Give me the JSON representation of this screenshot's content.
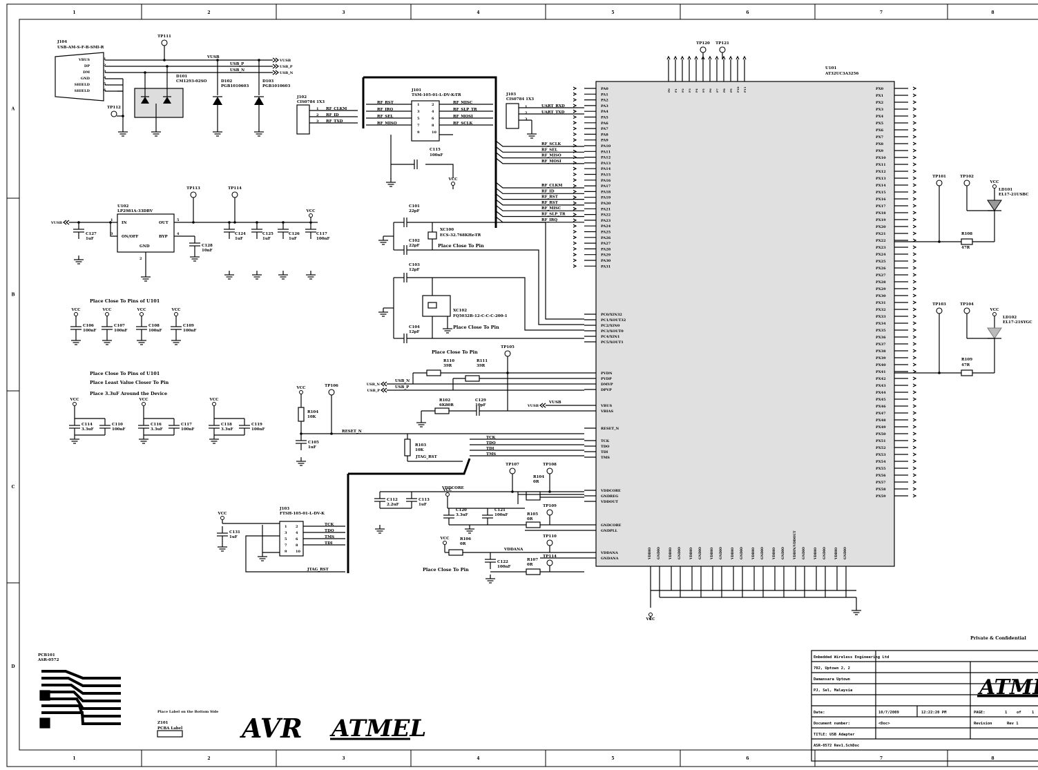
{
  "frame": {
    "columns": [
      "1",
      "2",
      "3",
      "4",
      "5",
      "6",
      "7",
      "8"
    ],
    "rows": [
      "A",
      "B",
      "C",
      "D"
    ]
  },
  "usb": {
    "connector_ref": "J104",
    "connector_part": "USB-AM-S-F-B-SMI-R",
    "pins": [
      "VBUS",
      "DP",
      "DM",
      "GND",
      "SHIELD",
      "SHIELD"
    ],
    "pin_numbers": [
      "1",
      "2",
      "3",
      "4",
      "5",
      "6"
    ],
    "tp_top": "TP111",
    "tp_left": "TP112",
    "net_vusb": "VUSB",
    "net_usb_p": "USB_P",
    "net_usb_n": "USB_N",
    "offpage": [
      "VUSB",
      "USB_P",
      "USB_N"
    ],
    "esd_ref": "D101",
    "esd_part": "CM1293-02SO",
    "d102_ref": "D102",
    "d102_part": "PGB1010603",
    "d103_ref": "D103",
    "d103_part": "PGB1010603"
  },
  "j102": {
    "ref": "J102",
    "part": "CIS0784 1X3",
    "pins": [
      "1",
      "2",
      "3"
    ],
    "nets": [
      "RF_CLKM",
      "RF_ID",
      "RF_TXD"
    ]
  },
  "j101": {
    "ref": "J101",
    "part": "TSM-105-01-L-DV-K-TR",
    "left_nets": [
      "RF_RST",
      "RF_IRQ",
      "RF_SEL",
      "RF_MISO"
    ],
    "right_nets": [
      "RF_MISC",
      "RF_SLP_TR",
      "RF_MOSI",
      "RF_SCLK"
    ],
    "pins": [
      "1",
      "2",
      "3",
      "4",
      "5",
      "6",
      "7",
      "8",
      "9",
      "10"
    ],
    "cap_ref": "C115",
    "cap_val": "100nF",
    "vcc": "VCC"
  },
  "j103": {
    "ref": "J103",
    "part": "CIS0784 1X3",
    "nets": [
      "UART_RXD",
      "UART_TXD"
    ],
    "pins": [
      "1",
      "2",
      "3"
    ]
  },
  "regulator": {
    "ref": "U102",
    "part": "LP2981A-33DBV",
    "pins": [
      "IN",
      "OUT",
      "ON/OFF",
      "BYP",
      "GND"
    ],
    "pin_numbers": [
      "1",
      "5",
      "3",
      "4",
      "2"
    ],
    "input": "VUSB",
    "tp_a": "TP113",
    "tp_b": "TP114",
    "caps": [
      {
        "ref": "C127",
        "val": "1uF"
      },
      {
        "ref": "C128",
        "val": "10nF"
      },
      {
        "ref": "C124",
        "val": "1uF"
      },
      {
        "ref": "C125",
        "val": "1uF"
      },
      {
        "ref": "C126",
        "val": "1uF"
      },
      {
        "ref": "C117",
        "val": "100nF"
      }
    ],
    "vcc": "VCC"
  },
  "decoupling": {
    "note1": "Place Close To Pins of U101",
    "caps1": [
      {
        "ref": "C106",
        "val": "100nF"
      },
      {
        "ref": "C107",
        "val": "100nF"
      },
      {
        "ref": "C108",
        "val": "100nF"
      },
      {
        "ref": "C109",
        "val": "100nF"
      }
    ],
    "note2": "Place Close To Pins of U101",
    "note3": "Place Least Value Closer To Pin",
    "note4": "Place 3.3uF Around the Device",
    "caps2": [
      {
        "ref": "C114",
        "val": "3.3uF"
      },
      {
        "ref": "C110",
        "val": "100nF"
      },
      {
        "ref": "C116",
        "val": "3.3uF"
      },
      {
        "ref": "C117",
        "val": "100nF"
      },
      {
        "ref": "C118",
        "val": "3.3uF"
      },
      {
        "ref": "C119",
        "val": "100nF"
      }
    ],
    "vcc": "VCC"
  },
  "crystals": {
    "c101": {
      "ref": "C101",
      "val": "22pF"
    },
    "c102": {
      "ref": "C102",
      "val": "22pF"
    },
    "xc100": {
      "ref": "XC100",
      "part": "ECS-32.768KHz-TR"
    },
    "note_a": "Place Close To Pin",
    "c103": {
      "ref": "C103",
      "val": "12pF"
    },
    "c104": {
      "ref": "C104",
      "val": "12pF"
    },
    "xc102": {
      "ref": "XC102",
      "part": "FQ5032B-12-C-C-C-200-1"
    },
    "note_b": "Place Close To Pin"
  },
  "usbsec": {
    "note": "Place Close To Pin",
    "tp": "TP105",
    "r110": {
      "ref": "R110",
      "val": "39R"
    },
    "r111": {
      "ref": "R111",
      "val": "39R"
    },
    "offpage": [
      "USB_N",
      "USB_P"
    ],
    "nets": [
      "USB_N",
      "USB_P"
    ],
    "r102": {
      "ref": "R102",
      "val": "6K80R"
    },
    "c129": {
      "ref": "C129",
      "val": "10pF"
    },
    "vusb": "VUSB"
  },
  "reset": {
    "vcc": "VCC",
    "tp": "TP106",
    "r104": {
      "ref": "R104",
      "val": "10K"
    },
    "c105": {
      "ref": "C105",
      "val": "1uF"
    },
    "net": "RESET_N",
    "r103": {
      "ref": "R103",
      "val": "10K"
    },
    "jtag_nets": [
      "TCK",
      "TDO",
      "TDI",
      "TMS"
    ],
    "jtag_rst": "JTAG_RST"
  },
  "jtag": {
    "ref": "J103",
    "part": "FTSH-105-01-L-DV-K",
    "pins_left": [
      "1",
      "3",
      "5",
      "7",
      "9"
    ],
    "pins_right": [
      "2",
      "4",
      "6",
      "8",
      "10"
    ],
    "nets": [
      "TCK",
      "TDO",
      "TMS",
      "TDI"
    ],
    "cap_ref": "C131",
    "cap_val": "1uF",
    "vcc": "VCC",
    "rst": "JTAG_RST"
  },
  "power": {
    "tp107": "TP107",
    "tp108": "TP108",
    "tp109": "TP109",
    "tp110": "TP110",
    "tp114": "TP114",
    "vddcore": "VDDCORE",
    "c112": {
      "ref": "C112",
      "val": "2.2uF"
    },
    "c113": {
      "ref": "C113",
      "val": "1uF"
    },
    "c120": {
      "ref": "C120",
      "val": "3.3uF"
    },
    "c121": {
      "ref": "C121",
      "val": "100nF"
    },
    "r104": {
      "ref": "R104",
      "val": "0R"
    },
    "r105": {
      "ref": "R105",
      "val": "0R"
    },
    "r106": {
      "ref": "R106",
      "val": "0R"
    },
    "r107": {
      "ref": "R107",
      "val": "0R"
    },
    "vddana": "VDDANA",
    "c122": {
      "ref": "C122",
      "val": "100nF"
    },
    "note": "Place Close To Pin",
    "vcc": "VCC"
  },
  "mcu": {
    "ref": "U101",
    "part": "AT32UC3A3256",
    "tp_top": [
      "TP120",
      "TP121"
    ],
    "left_pins_a": [
      "PA0",
      "PA1",
      "PA2",
      "PA3",
      "PA4",
      "PA5",
      "PA6",
      "PA7",
      "PA8",
      "PA9",
      "PA10",
      "PA11",
      "PA12",
      "PA13",
      "PA14",
      "PA15",
      "PA16",
      "PA17",
      "PA18",
      "PA19",
      "PA20",
      "PA21",
      "PA22",
      "PA23",
      "PA24",
      "PA25",
      "PA26",
      "PA27",
      "PA28",
      "PA29",
      "PA30",
      "PA31"
    ],
    "left_pins_b": [
      "PC0/XIN32",
      "PC1/XOUT32",
      "PC2/XIN0",
      "PC3/XOUT0",
      "PC4/XIN1",
      "PC5/XOUT1"
    ],
    "left_pins_c": [
      "PVDN",
      "PVDP",
      "DMVP",
      "DPVP"
    ],
    "left_pins_d": [
      "VBUS",
      "VBIAS"
    ],
    "left_pins_e": [
      "RESET_N"
    ],
    "left_pins_f": [
      "TCK",
      "TDO",
      "TDI",
      "TMS"
    ],
    "left_pins_g": [
      "VDDCORE",
      "GNDREG",
      "VDDOUT"
    ],
    "left_pins_h": [
      "GNDCORE",
      "GNDPLL"
    ],
    "left_pins_i": [
      "VDDANA",
      "GNDANA"
    ],
    "rf_nets_a": [
      "RF_SCLK",
      "RF_SEL",
      "RF_MISO",
      "RF_MOSI"
    ],
    "rf_nets_b": [
      "RF_CLKM",
      "RF_ID",
      "RF_RST",
      "RF_RST",
      "RF_MISC",
      "RF_SLP_TR",
      "RF_IRQ"
    ],
    "uart_nets": [
      "UART_RXD",
      "UART_TXD"
    ],
    "right_pins": [
      "PX0",
      "PX1",
      "PX2",
      "PX3",
      "PX4",
      "PX5",
      "PX6",
      "PX7",
      "PX8",
      "PX9",
      "PX10",
      "PX11",
      "PX12",
      "PX13",
      "PX14",
      "PX15",
      "PX16",
      "PX17",
      "PX18",
      "PX19",
      "PX20",
      "PX21",
      "PX22",
      "PX23",
      "PX24",
      "PX25",
      "PX26",
      "PX27",
      "PX28",
      "PX29",
      "PX30",
      "PX31",
      "PX32",
      "PX33",
      "PX34",
      "PX35",
      "PX36",
      "PX37",
      "PX38",
      "PX39",
      "PX40",
      "PX41",
      "PX42",
      "PX43",
      "PX44",
      "PX45",
      "PX46",
      "PX47",
      "PX48",
      "PX49",
      "PX50",
      "PX51",
      "PX52",
      "PX53",
      "PX54",
      "PX55",
      "PX56",
      "PX57",
      "PX58",
      "PX59"
    ],
    "bottom_pins": [
      "VDDIO",
      "VDDIO",
      "VDDIO",
      "VDDIO",
      "VDDIO",
      "VDDIO",
      "VDDIO",
      "VDDIN/VDDOUT",
      "VDDIO",
      "VDDIO"
    ],
    "bottom_gnd": [
      "GNDIO",
      "GNDIO",
      "GNDIO",
      "GNDIO",
      "GNDIO",
      "GNDIO",
      "GNDIO",
      "GNDIO",
      "GNDIO",
      "GNDIO"
    ],
    "vcc": "VCC"
  },
  "leds": {
    "tp101": "TP101",
    "tp102": "TP102",
    "tp103": "TP103",
    "tp104": "TP104",
    "ld101": {
      "ref": "LD101",
      "part": "EL17-21USBC"
    },
    "ld102": {
      "ref": "LD102",
      "part": "EL17-21SYGC"
    },
    "r108": {
      "ref": "R108",
      "val": "47R"
    },
    "r109": {
      "ref": "R109",
      "val": "47R"
    },
    "vcc": "VCC"
  },
  "pcb": {
    "ref": "PCB101",
    "part": "ASR-0572"
  },
  "label": {
    "note": "Place Label on the Bottom Side",
    "ref": "Z101",
    "part": "PCBA Label"
  },
  "logos": {
    "avr": "AVR",
    "atmel": "ATMEL"
  },
  "titleblock": {
    "confidential": "Private & Confidential",
    "company": "Embedded Wireless Engineering Ltd",
    "addr1": "702, Uptown 2, 2",
    "addr2": "Damansara Uptown",
    "addr3": "PJ, Sel, Malaysia",
    "date_label": "Date:",
    "date": "10/7/2009",
    "time": "12:22:20 PM",
    "page_label": "PAGE:",
    "page": "1",
    "of": "of",
    "page_total": "1",
    "docnum_label": "Document number:",
    "docnum": "<Doc>",
    "revision_label": "Revision",
    "revision": "Rev 1",
    "title_label": "TITLE: USB Adapter",
    "filename": "ASR-0572 Rev1.SchDoc",
    "logo": "ATMEL"
  }
}
